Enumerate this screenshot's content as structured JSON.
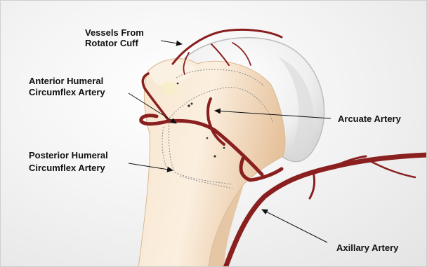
{
  "labels": {
    "vessels_line1": "Vessels From",
    "vessels_line2": "Rotator Cuff",
    "anterior_line1": "Anterior Humeral",
    "anterior_line2": "Circumflex Artery",
    "posterior_line1": "Posterior Humeral",
    "posterior_line2": "Circumflex Artery",
    "arcuate": "Arcuate Artery",
    "axillary": "Axillary Artery"
  },
  "colors": {
    "background": "#ececec",
    "bone_light": "#f8ead6",
    "bone_shadow": "#e9c9a6",
    "cartilage": "#eeeeee",
    "artery": "#8a1f1f",
    "label_text": "#111111"
  }
}
